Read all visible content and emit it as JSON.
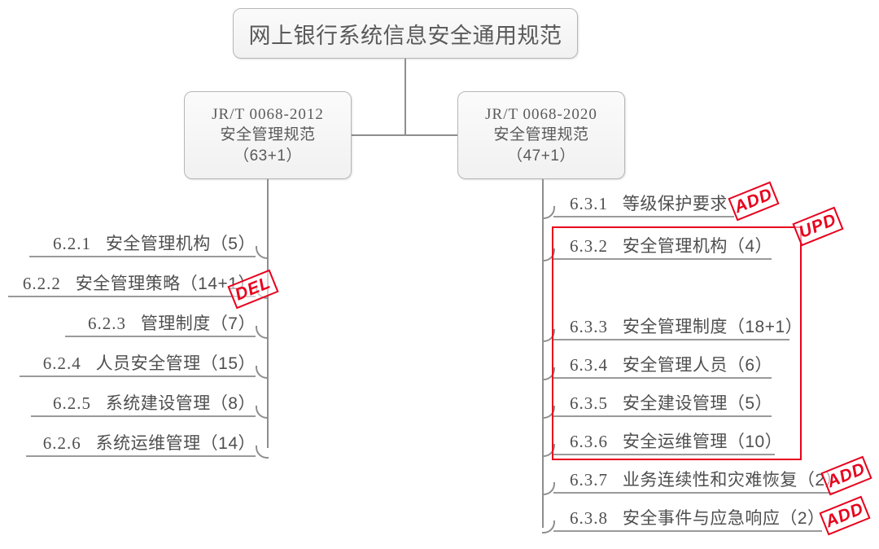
{
  "diagram": {
    "title": "网上银行系统信息安全通用规范",
    "colors": {
      "node_border": "#b6b6b6",
      "connector": "#8e8e8e",
      "text": "#4f4f4f",
      "stamp_red": "#e8001c",
      "highlight_rect": "#e8001c"
    },
    "root": {
      "label": "网上银行系统信息安全通用规范"
    },
    "branches": [
      {
        "id": "left",
        "node": {
          "code": "JR/T 0068-2012",
          "name": "安全管理规范",
          "count": "（63+1）"
        },
        "items": [
          {
            "num": "6.2.1",
            "label": "安全管理机构（5）",
            "stamp": null
          },
          {
            "num": "6.2.2",
            "label": "安全管理策略（14+1）",
            "stamp": "DEL"
          },
          {
            "num": "6.2.3",
            "label": "管理制度（7）",
            "stamp": null
          },
          {
            "num": "6.2.4",
            "label": "人员安全管理（15）",
            "stamp": null
          },
          {
            "num": "6.2.5",
            "label": "系统建设管理（8）",
            "stamp": null
          },
          {
            "num": "6.2.6",
            "label": "系统运维管理（14）",
            "stamp": null
          }
        ]
      },
      {
        "id": "right",
        "node": {
          "code": "JR/T 0068-2020",
          "name": "安全管理规范",
          "count": "（47+1）"
        },
        "items": [
          {
            "num": "6.3.1",
            "label": "等级保护要求",
            "stamp": "ADD"
          },
          {
            "num": "6.3.2",
            "label": "安全管理机构（4）",
            "stamp": null
          },
          {
            "num": "6.3.3",
            "label": "安全管理制度（18+1）",
            "stamp": null
          },
          {
            "num": "6.3.4",
            "label": "安全管理人员（6）",
            "stamp": null
          },
          {
            "num": "6.3.5",
            "label": "安全建设管理（5）",
            "stamp": null
          },
          {
            "num": "6.3.6",
            "label": "安全运维管理（10）",
            "stamp": null
          },
          {
            "num": "6.3.7",
            "label": "业务连续性和灾难恢复（2）",
            "stamp": "ADD"
          },
          {
            "num": "6.3.8",
            "label": "安全事件与应急响应（2）",
            "stamp": "ADD"
          }
        ]
      }
    ],
    "stamps": {
      "del": "DEL",
      "upd": "UPD",
      "add": "ADD"
    }
  }
}
